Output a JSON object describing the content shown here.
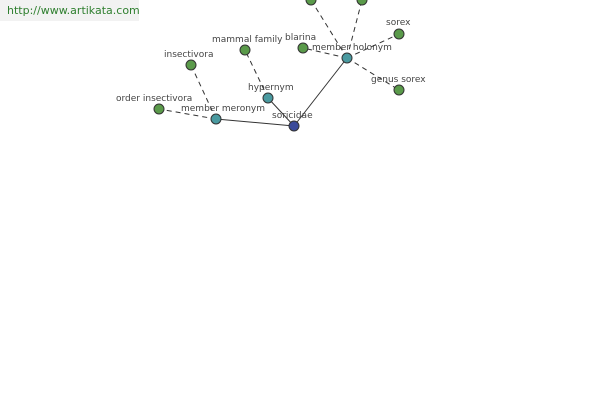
{
  "watermark": {
    "text": "http://www.artikata.com"
  },
  "colors": {
    "leaf": "#5a9a4a",
    "relation": "#4a9aa0",
    "root": "#3a4a9a",
    "stroke": "#333333"
  },
  "nodes": [
    {
      "id": "sorex",
      "label": "sorex",
      "kind": "leaf"
    },
    {
      "id": "blarina",
      "label": "blarina",
      "kind": "leaf"
    },
    {
      "id": "member-holonym",
      "label": "member holonym",
      "kind": "relation"
    },
    {
      "id": "genus-sorex",
      "label": "genus sorex",
      "kind": "leaf"
    },
    {
      "id": "mammal-family",
      "label": "mammal family",
      "kind": "leaf"
    },
    {
      "id": "insectivora",
      "label": "insectivora",
      "kind": "leaf"
    },
    {
      "id": "hypernym",
      "label": "hypernym",
      "kind": "relation"
    },
    {
      "id": "order-insectivora",
      "label": "order insectivora",
      "kind": "leaf"
    },
    {
      "id": "member-meronym",
      "label": "member meronym",
      "kind": "relation"
    },
    {
      "id": "soricidae",
      "label": "soricidae",
      "kind": "root"
    },
    {
      "id": "top-a",
      "label": "",
      "kind": "leaf"
    },
    {
      "id": "top-b",
      "label": "",
      "kind": "leaf"
    }
  ]
}
